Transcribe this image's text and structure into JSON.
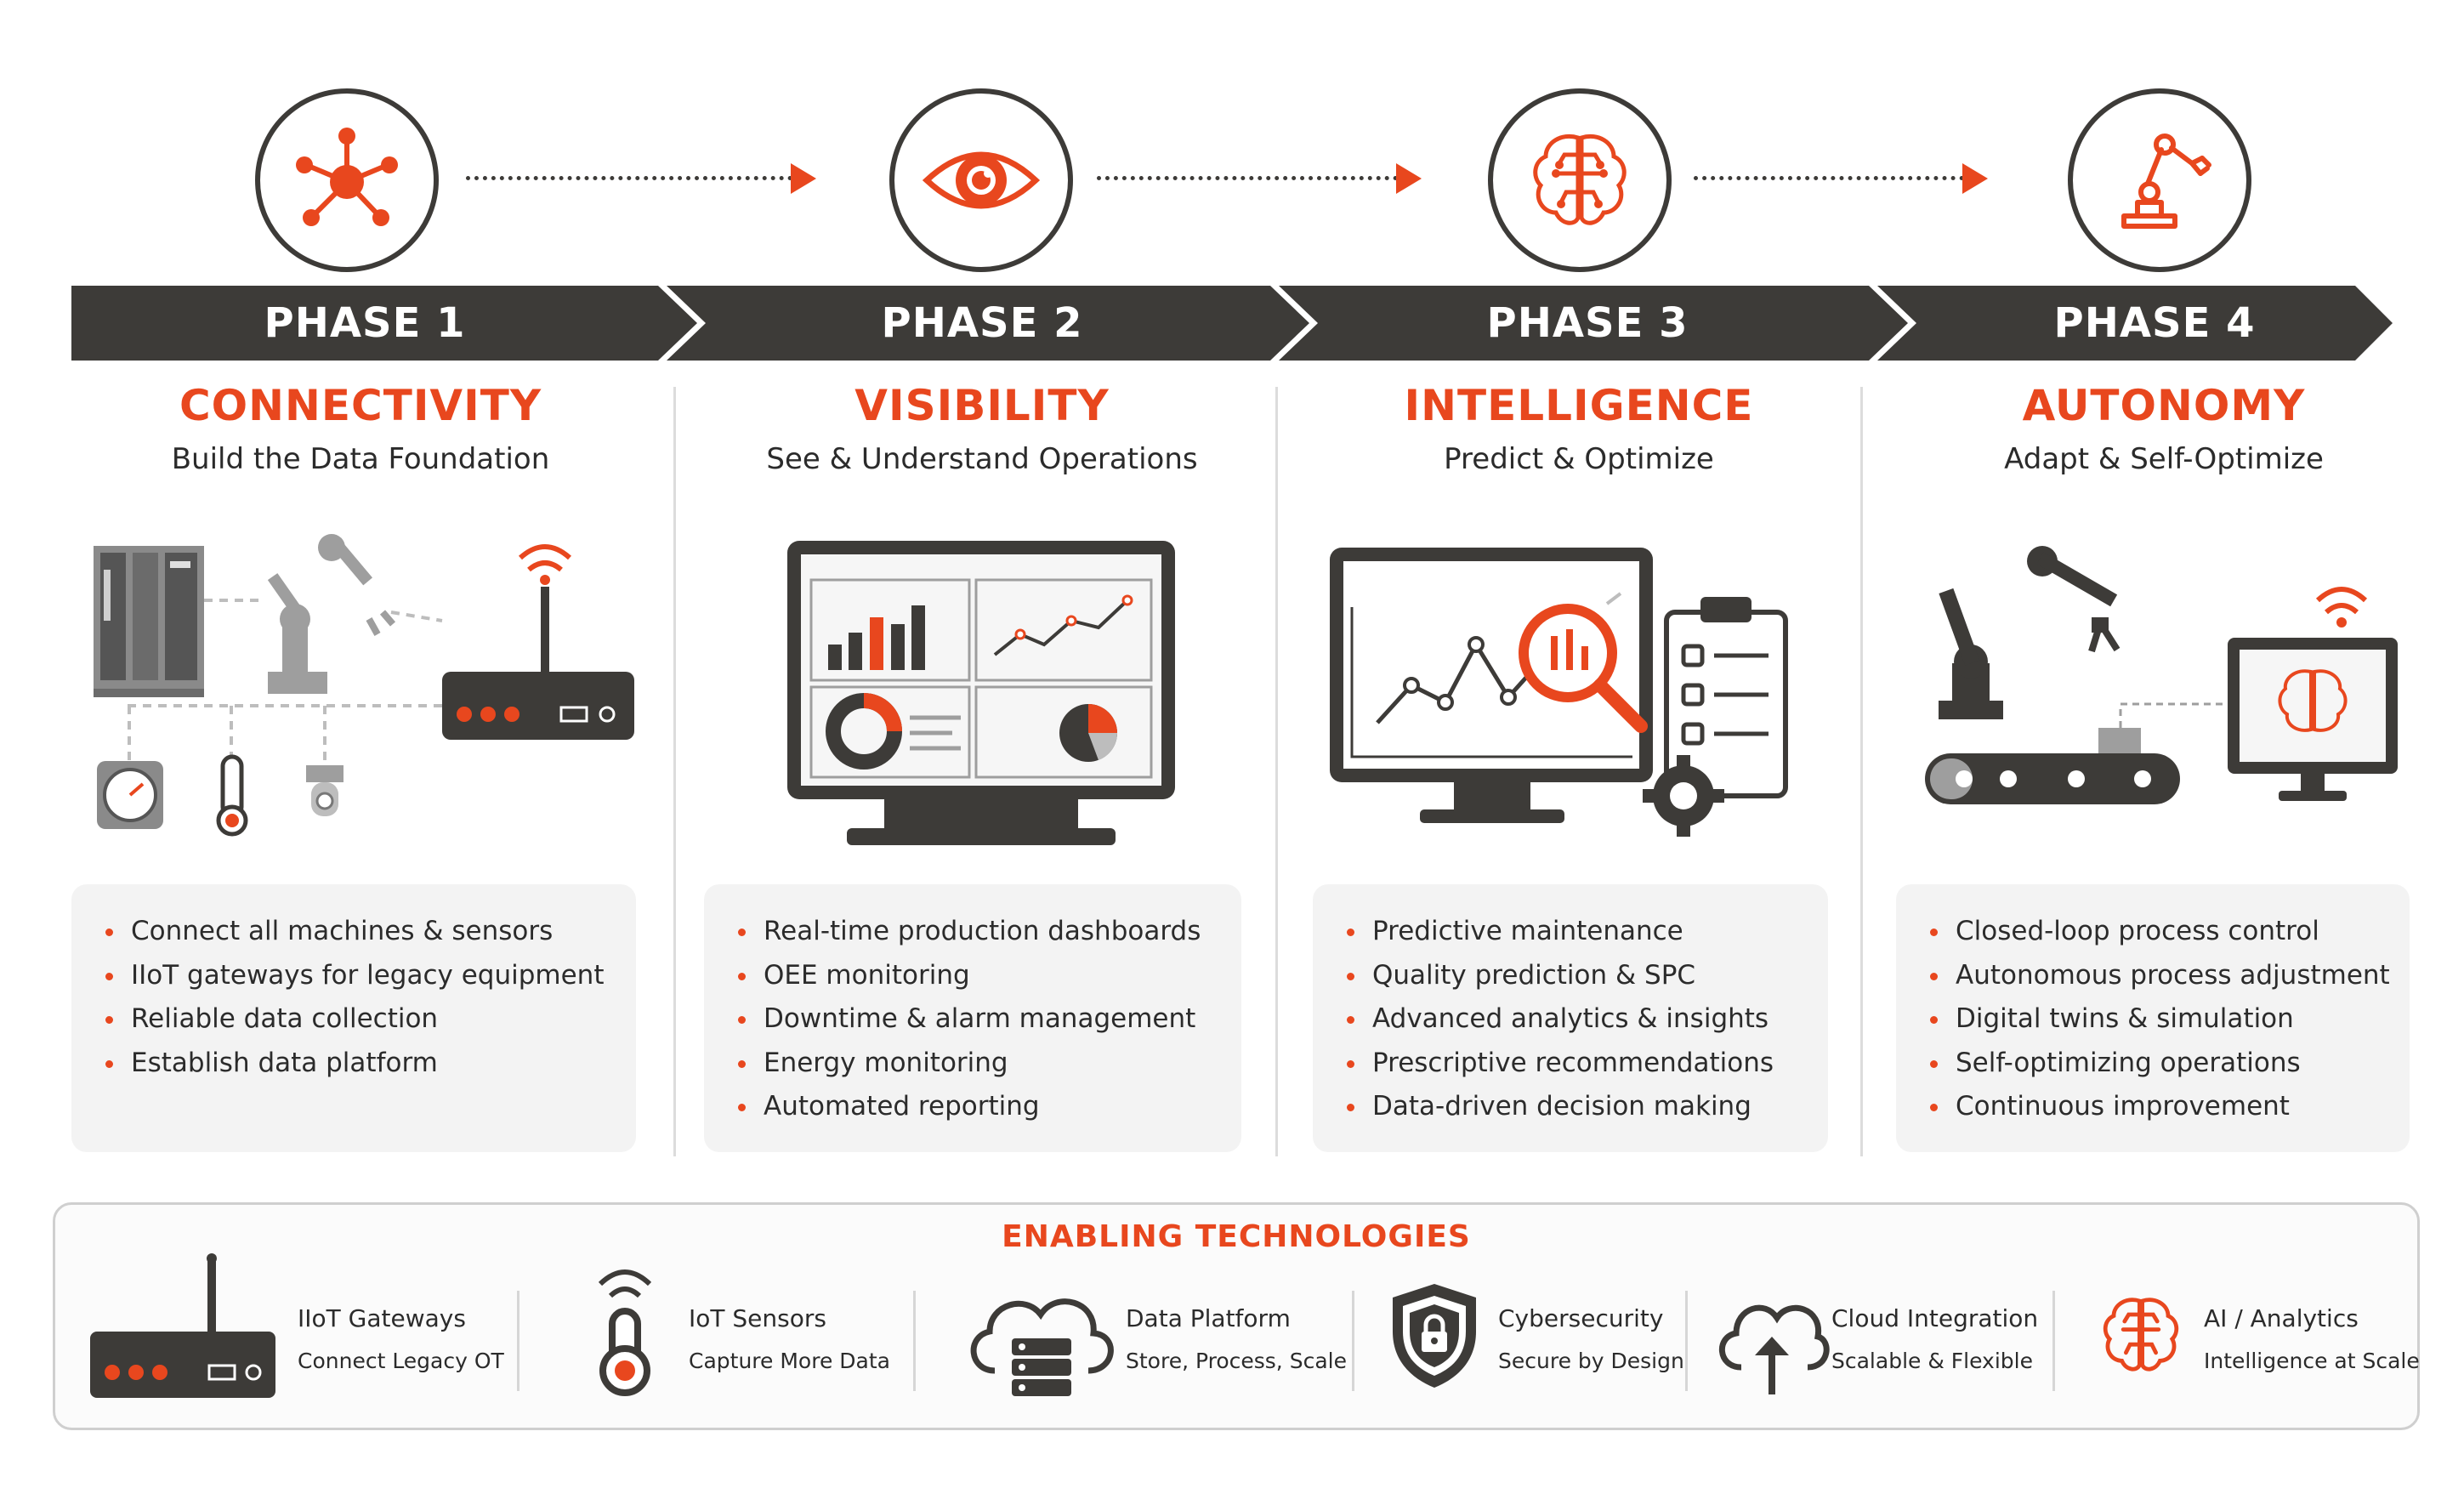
{
  "colors": {
    "accent": "#e8471e",
    "dark": "#3d3b38",
    "card": "#f3f3f3"
  },
  "phases": [
    {
      "label": "PHASE 1",
      "title": "CONNECTIVITY",
      "subtitle": "Build the Data Foundation",
      "icon": "network-hub-icon",
      "bullets": [
        "Connect all machines & sensors",
        "IIoT gateways for legacy equipment",
        "Reliable data collection",
        "Establish data platform"
      ]
    },
    {
      "label": "PHASE 2",
      "title": "VISIBILITY",
      "subtitle": "See & Understand Operations",
      "icon": "eye-icon",
      "bullets": [
        "Real-time production dashboards",
        "OEE monitoring",
        "Downtime & alarm management",
        "Energy monitoring",
        "Automated reporting"
      ]
    },
    {
      "label": "PHASE 3",
      "title": "INTELLIGENCE",
      "subtitle": "Predict & Optimize",
      "icon": "brain-icon",
      "bullets": [
        "Predictive maintenance",
        "Quality prediction & SPC",
        "Advanced analytics & insights",
        "Prescriptive recommendations",
        "Data-driven decision making"
      ]
    },
    {
      "label": "PHASE 4",
      "title": "AUTONOMY",
      "subtitle": "Adapt & Self-Optimize",
      "icon": "robot-arm-icon",
      "bullets": [
        "Closed-loop process control",
        "Autonomous process adjustment",
        "Digital twins & simulation",
        "Self-optimizing operations",
        "Continuous improvement"
      ]
    }
  ],
  "enabling": {
    "title": "ENABLING TECHNOLOGIES",
    "items": [
      {
        "name": "IIoT Gateways",
        "desc": "Connect Legacy OT",
        "icon": "router-icon"
      },
      {
        "name": "IoT Sensors",
        "desc": "Capture More Data",
        "icon": "sensor-icon"
      },
      {
        "name": "Data Platform",
        "desc": "Store, Process, Scale",
        "icon": "cloud-database-icon"
      },
      {
        "name": "Cybersecurity",
        "desc": "Secure by Design",
        "icon": "shield-lock-icon"
      },
      {
        "name": "Cloud Integration",
        "desc": "Scalable & Flexible",
        "icon": "cloud-upload-icon"
      },
      {
        "name": "AI / Analytics",
        "desc": "Intelligence at Scale",
        "icon": "brain-icon"
      }
    ]
  }
}
